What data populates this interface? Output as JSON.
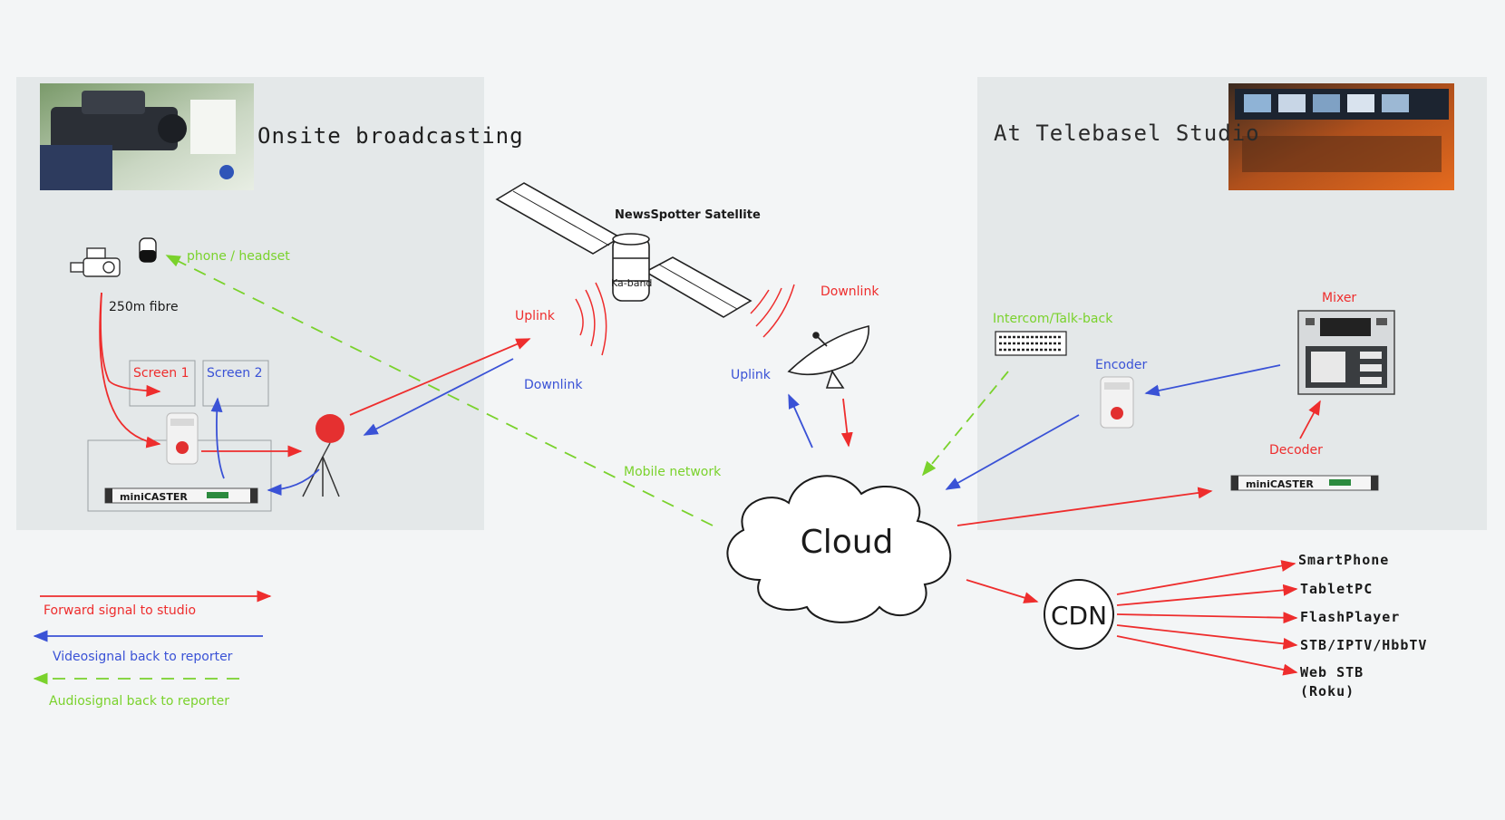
{
  "panels": {
    "onsite_title": "Onsite broadcasting",
    "studio_title": "At Telebasel Studio"
  },
  "satellite": {
    "name": "NewsSpotter Satellite",
    "band": "Ka-band"
  },
  "links": {
    "uplink_onsite": "Uplink",
    "downlink_onsite": "Downlink",
    "downlink_ground": "Downlink",
    "uplink_ground": "Uplink",
    "mobile_network": "Mobile network",
    "phone_headset": "phone / headset",
    "fibre": "250m fibre"
  },
  "onsite": {
    "screen1": "Screen 1",
    "screen2": "Screen 2",
    "device_label": "miniCASTER"
  },
  "studio": {
    "intercom": "Intercom/Talk-back",
    "encoder": "Encoder",
    "mixer": "Mixer",
    "decoder": "Decoder",
    "device_label": "miniCASTER"
  },
  "network": {
    "cloud": "Cloud",
    "cdn": "CDN",
    "endpoints": [
      "SmartPhone",
      "TabletPC",
      "FlashPlayer",
      "STB/IPTV/HbbTV",
      "Web STB",
      "(Roku)"
    ]
  },
  "legend": {
    "forward": "Forward signal to studio",
    "video_back": "Videosignal back to reporter",
    "audio_back": "Audiosignal back to reporter"
  },
  "colors": {
    "forward": "#ee2d2d",
    "video_back": "#3a52d6",
    "audio_back": "#7ad22c",
    "panel": "#e5e8e9",
    "background": "#f3f5f6"
  }
}
